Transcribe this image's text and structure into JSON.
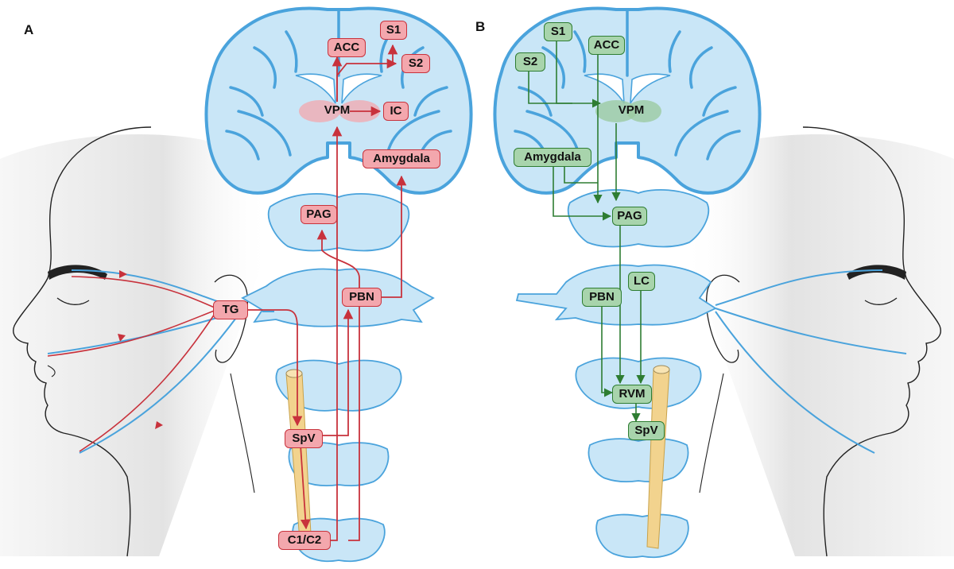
{
  "panels": {
    "a": {
      "label": "A"
    },
    "b": {
      "label": "B"
    }
  },
  "nodes_a": {
    "s1": "S1",
    "acc": "ACC",
    "s2": "S2",
    "vpm": "VPM",
    "ic": "IC",
    "amygdala": "Amygdala",
    "pag": "PAG",
    "tg": "TG",
    "pbn": "PBN",
    "spv": "SpV",
    "c1c2": "C1/C2"
  },
  "nodes_b": {
    "s1": "S1",
    "acc": "ACC",
    "s2": "S2",
    "vpm": "VPM",
    "amygdala": "Amygdala",
    "pag": "PAG",
    "pbn": "PBN",
    "lc": "LC",
    "rvm": "RVM",
    "spv": "SpV"
  },
  "colors": {
    "tissue_fill": "#c9e6f7",
    "tissue_stroke": "#4aa3dc",
    "afferent_path": "#c8323c",
    "descending_path": "#2e7d32",
    "spinal_tract": "#f2d38e",
    "face_shade": "#e9e9e9"
  }
}
